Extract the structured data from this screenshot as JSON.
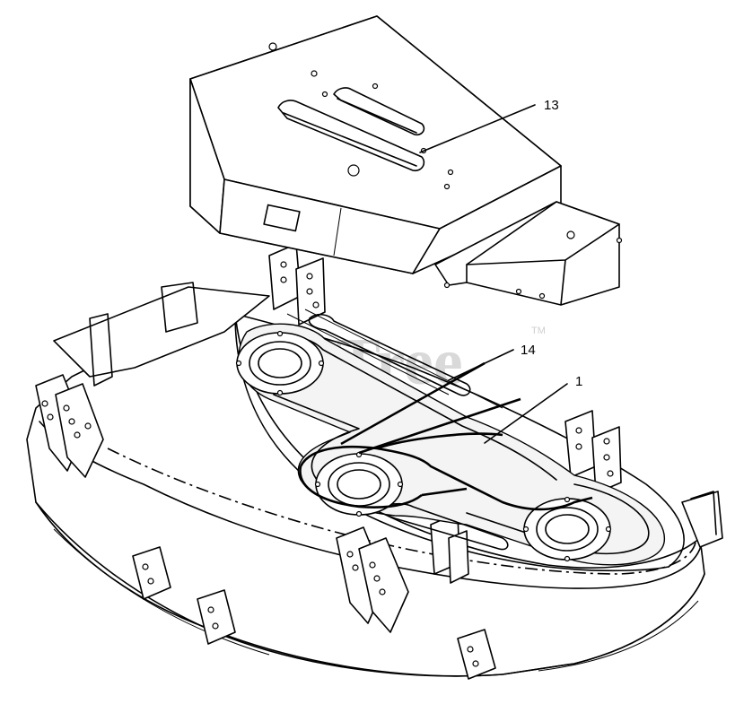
{
  "watermark": {
    "text": "PartsTree",
    "trademark": "TM"
  },
  "callouts": [
    {
      "id": "13",
      "label": "13"
    },
    {
      "id": "14",
      "label": "14"
    },
    {
      "id": "1",
      "label": "1"
    }
  ]
}
